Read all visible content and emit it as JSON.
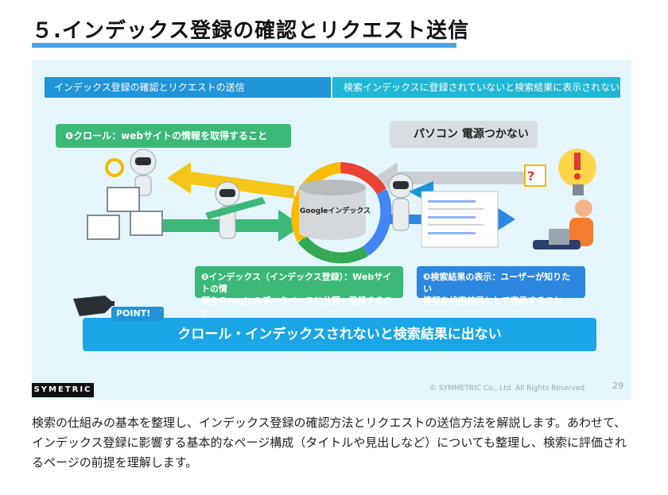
{
  "title": "５.インデックス登録の確認とリクエスト送信",
  "slide": {
    "header_left": "インデックス登録の確認とリクエストの送信",
    "header_right": "検索インデックスに登録されていないと検索結果に表示されない",
    "step1": "❶クロール：webサイトの情報を取得すること",
    "step2_line1": "❷インデックス（インデックス登録）：Webサイトの情",
    "step2_line2": "報をGoogleのデータベースに分類・登録すること",
    "step3_line1": "❸検索結果の表示：ユーザーが知りたい",
    "step3_line2": "情報を検索結果として表示すること",
    "search_query": "パソコン 電源つかない",
    "database_label": "Googleインデックス",
    "point_badge": "POINT!",
    "point_text": "クロール・インデックスされないと検索結果に出ない",
    "logo": "SYMETRIC",
    "copyright": "© SYMMETRIC Co., Ltd. All Rights Reserved.",
    "page_number": "29"
  },
  "description": "検索の仕組みの基本を整理し、インデックス登録の確認方法とリクエストの送信方法を解説します。あわせて、インデックス登録に影響する基本的なページ構成（タイトルや見出しなど）についても整理し、検索に評価されるページの前提を理解します。",
  "colors": {
    "accent_blue": "#1f95d8",
    "green": "#3cb878",
    "yellow": "#f5b800",
    "light_bg": "#e4f6fb"
  }
}
